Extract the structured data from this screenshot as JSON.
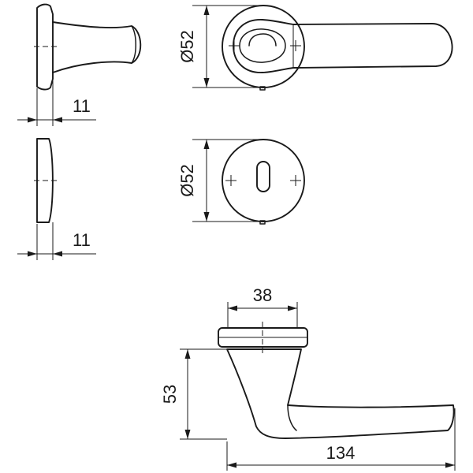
{
  "dimensions": {
    "rose_thickness": "11",
    "rose_diameter": "Ø52",
    "escutcheon_thickness": "11",
    "escutcheon_diameter": "Ø52",
    "lever_rose_width": "38",
    "lever_height": "53",
    "lever_length": "134"
  }
}
